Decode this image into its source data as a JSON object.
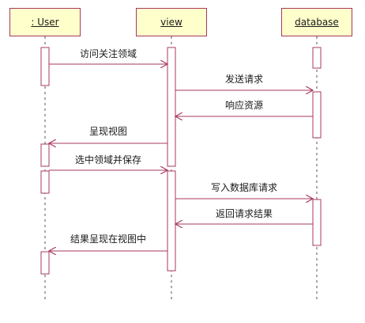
{
  "lifelines": [
    {
      "label": ": User"
    },
    {
      "label": "view"
    },
    {
      "label": "database"
    }
  ],
  "messages": [
    {
      "text": "访问关注领域",
      "from": 0,
      "to": 1
    },
    {
      "text": "发送请求",
      "from": 1,
      "to": 2
    },
    {
      "text": "响应资源",
      "from": 2,
      "to": 1
    },
    {
      "text": "呈现视图",
      "from": 1,
      "to": 0
    },
    {
      "text": "选中领域并保存",
      "from": 0,
      "to": 1
    },
    {
      "text": "写入数据库请求",
      "from": 1,
      "to": 2
    },
    {
      "text": "返回请求结果",
      "from": 2,
      "to": 1
    },
    {
      "text": "结果呈现在视图中",
      "from": 1,
      "to": 0
    }
  ],
  "colors": {
    "head_fill": "#ffffcc",
    "line": "#a8385c"
  }
}
